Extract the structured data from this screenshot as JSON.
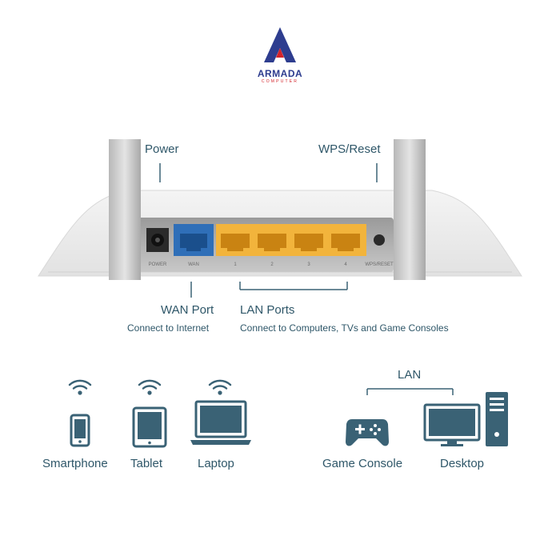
{
  "logo": {
    "name": "ARMADA",
    "tagline": "COMPUTER"
  },
  "callouts": {
    "power": "Power",
    "wps_reset": "WPS/Reset",
    "wan_title": "WAN Port",
    "wan_desc": "Connect to Internet",
    "lan_title": "LAN Ports",
    "lan_desc": "Connect to Computers, TVs and Game Consoles"
  },
  "router": {
    "ports": {
      "power_label": "POWER",
      "wan_label": "WAN",
      "lan_numbers": [
        "1",
        "2",
        "3",
        "4"
      ],
      "reset_label": "WPS/RESET"
    }
  },
  "wireless_devices": [
    {
      "icon": "smartphone-icon",
      "label": "Smartphone"
    },
    {
      "icon": "tablet-icon",
      "label": "Tablet"
    },
    {
      "icon": "laptop-icon",
      "label": "Laptop"
    }
  ],
  "wired": {
    "lan_label": "LAN",
    "devices": [
      {
        "icon": "game-console-icon",
        "label": "Game Console"
      },
      {
        "icon": "desktop-icon",
        "label": "Desktop"
      }
    ]
  },
  "colors": {
    "accent": "#3a6275",
    "wan_port": "#2f6fb8",
    "lan_port": "#f2b43c",
    "logo_blue": "#2e3d8f",
    "logo_red": "#d3232a"
  }
}
